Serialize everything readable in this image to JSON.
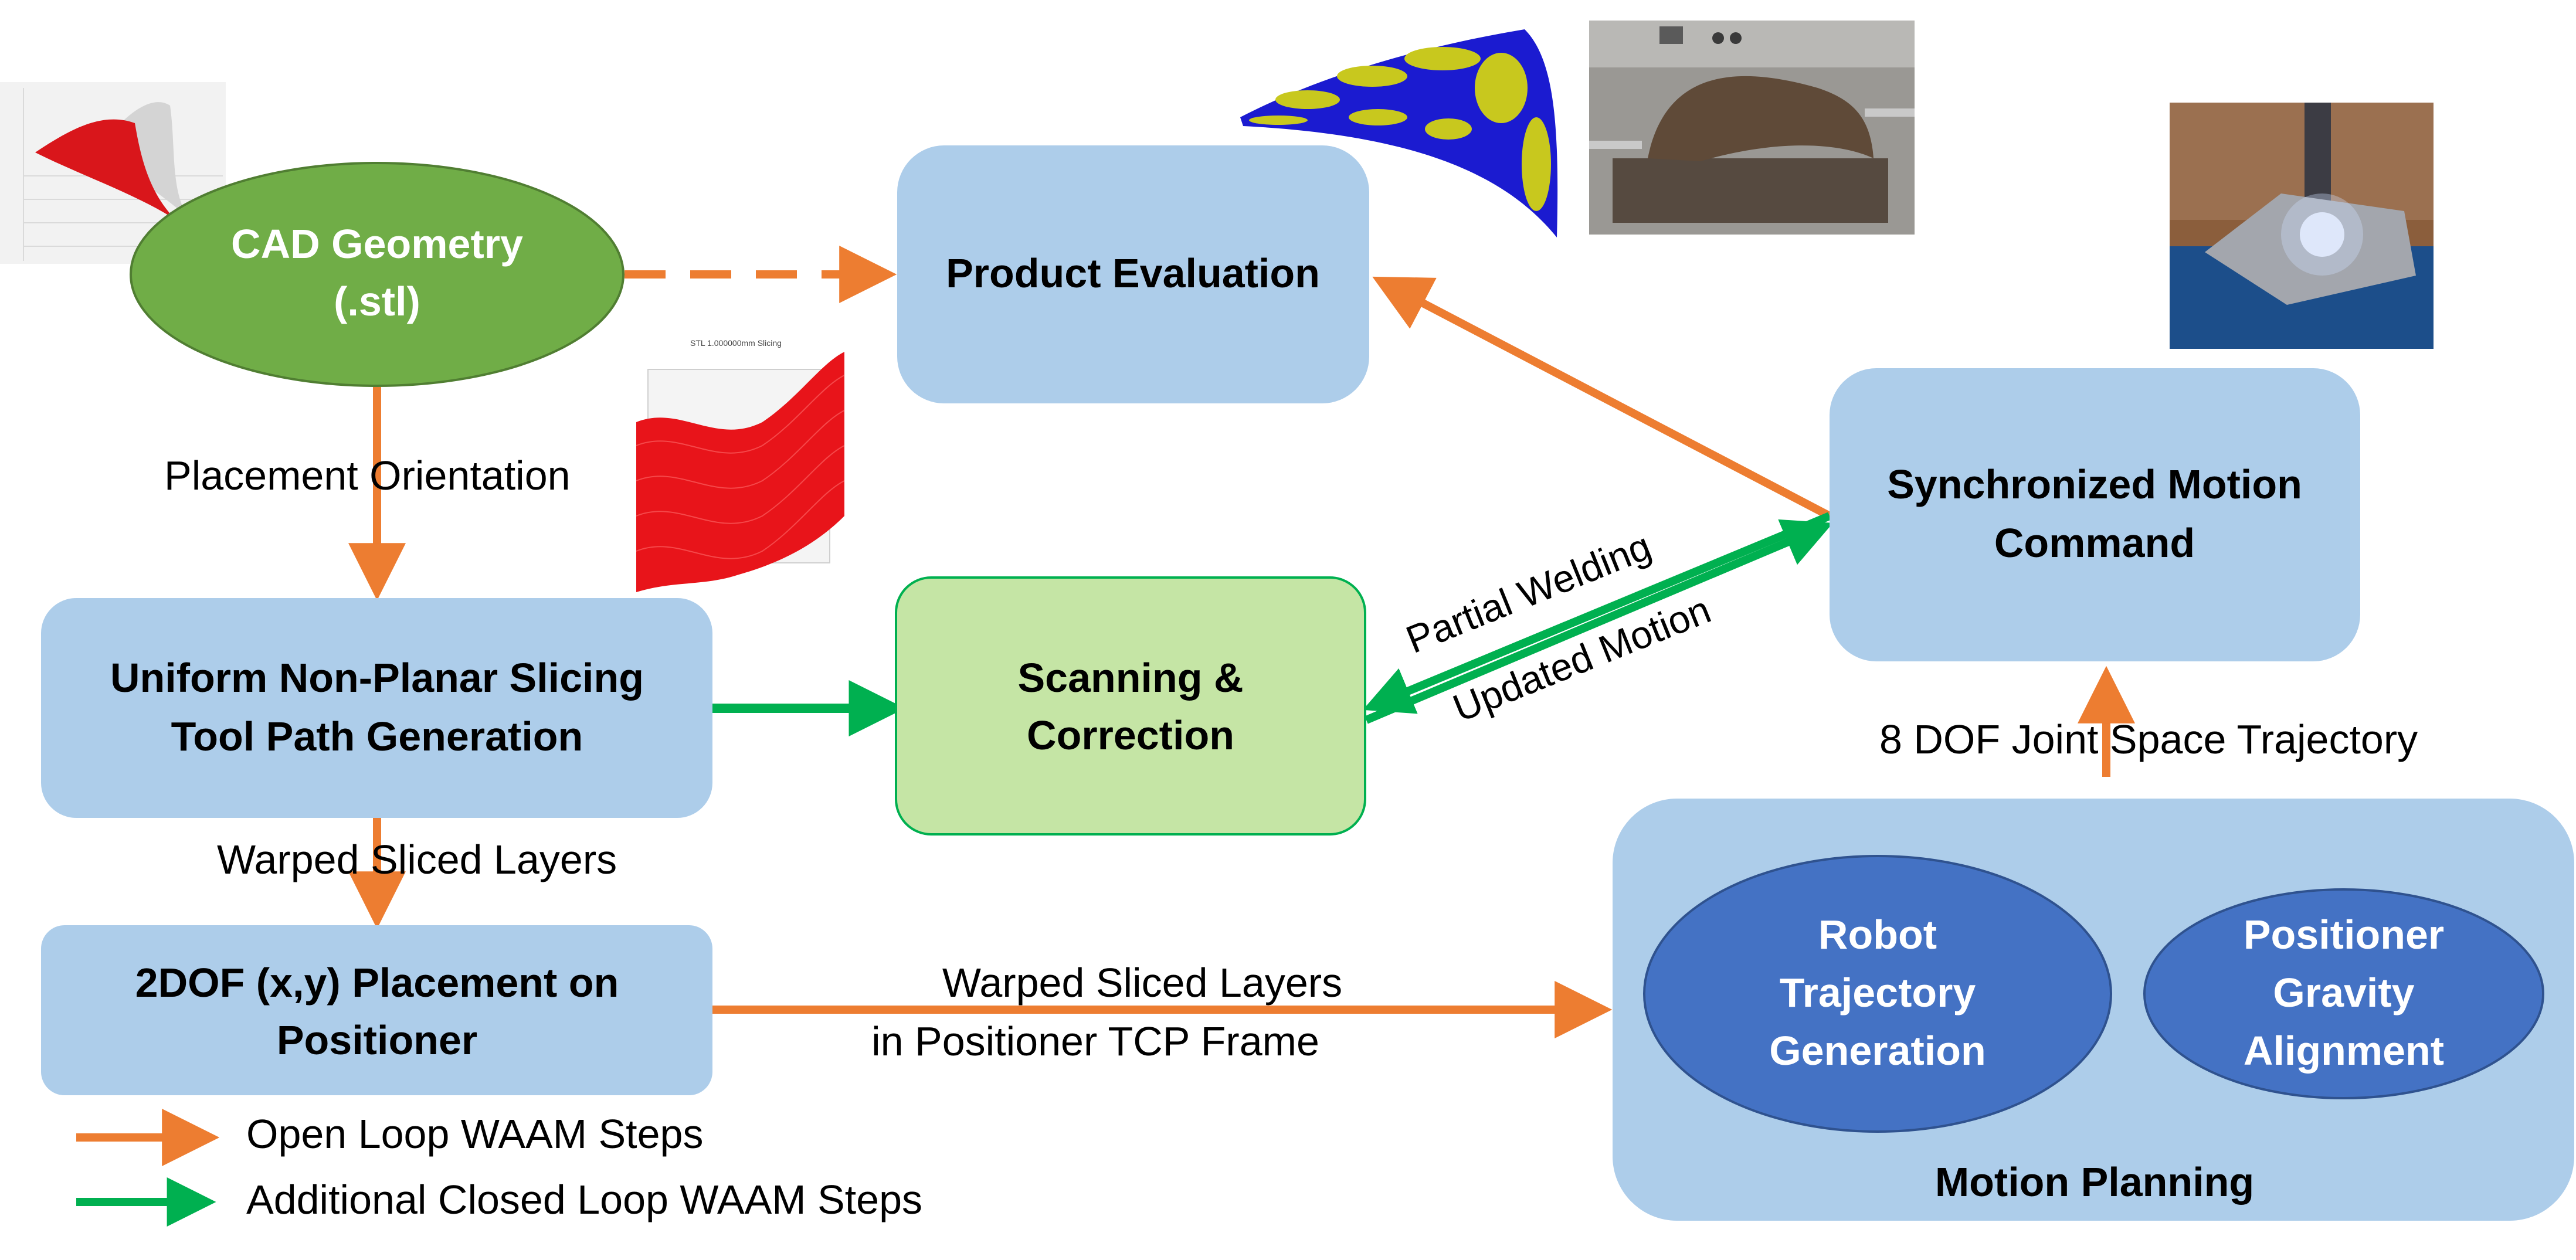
{
  "nodes": {
    "cad": {
      "line1": "CAD Geometry",
      "line2": "(.stl)"
    },
    "product_eval": {
      "label": "Product Evaluation"
    },
    "sync_motion": {
      "line1": "Synchronized Motion",
      "line2": "Command"
    },
    "slicing": {
      "line1": "Uniform Non-Planar Slicing",
      "line2": "Tool Path Generation"
    },
    "scanning": {
      "line1": "Scanning &",
      "line2": "Correction"
    },
    "placement": {
      "line1": "2DOF (x,y) Placement on",
      "line2": "Positioner"
    },
    "motion_planning": {
      "label": "Motion Planning"
    },
    "robot_traj": {
      "line1": "Robot",
      "line2": "Trajectory",
      "line3": "Generation"
    },
    "positioner_grav": {
      "line1": "Positioner",
      "line2": "Gravity",
      "line3": "Alignment"
    }
  },
  "edges": {
    "placement_orientation": "Placement Orientation",
    "warped_sliced_layers": "Warped Sliced Layers",
    "warped_tcp_line1": "Warped Sliced Layers",
    "warped_tcp_line2": "in Positioner TCP Frame",
    "joint_space": "8 DOF Joint Space Trajectory",
    "partial_welding": "Partial Welding",
    "updated_motion": "Updated Motion"
  },
  "legend": {
    "open_loop": "Open Loop WAAM Steps",
    "closed_loop": "Additional Closed Loop WAAM Steps"
  },
  "thumbnail": {
    "slicing_title": "STL 1.000000mm Slicing"
  },
  "colors": {
    "orange": "#ED7D31",
    "green": "#00B050",
    "box_blue": "#ADCDEA",
    "cad_green": "#70AD47",
    "scan_green": "#C5E5A5",
    "ellipse_blue": "#4472C4"
  }
}
